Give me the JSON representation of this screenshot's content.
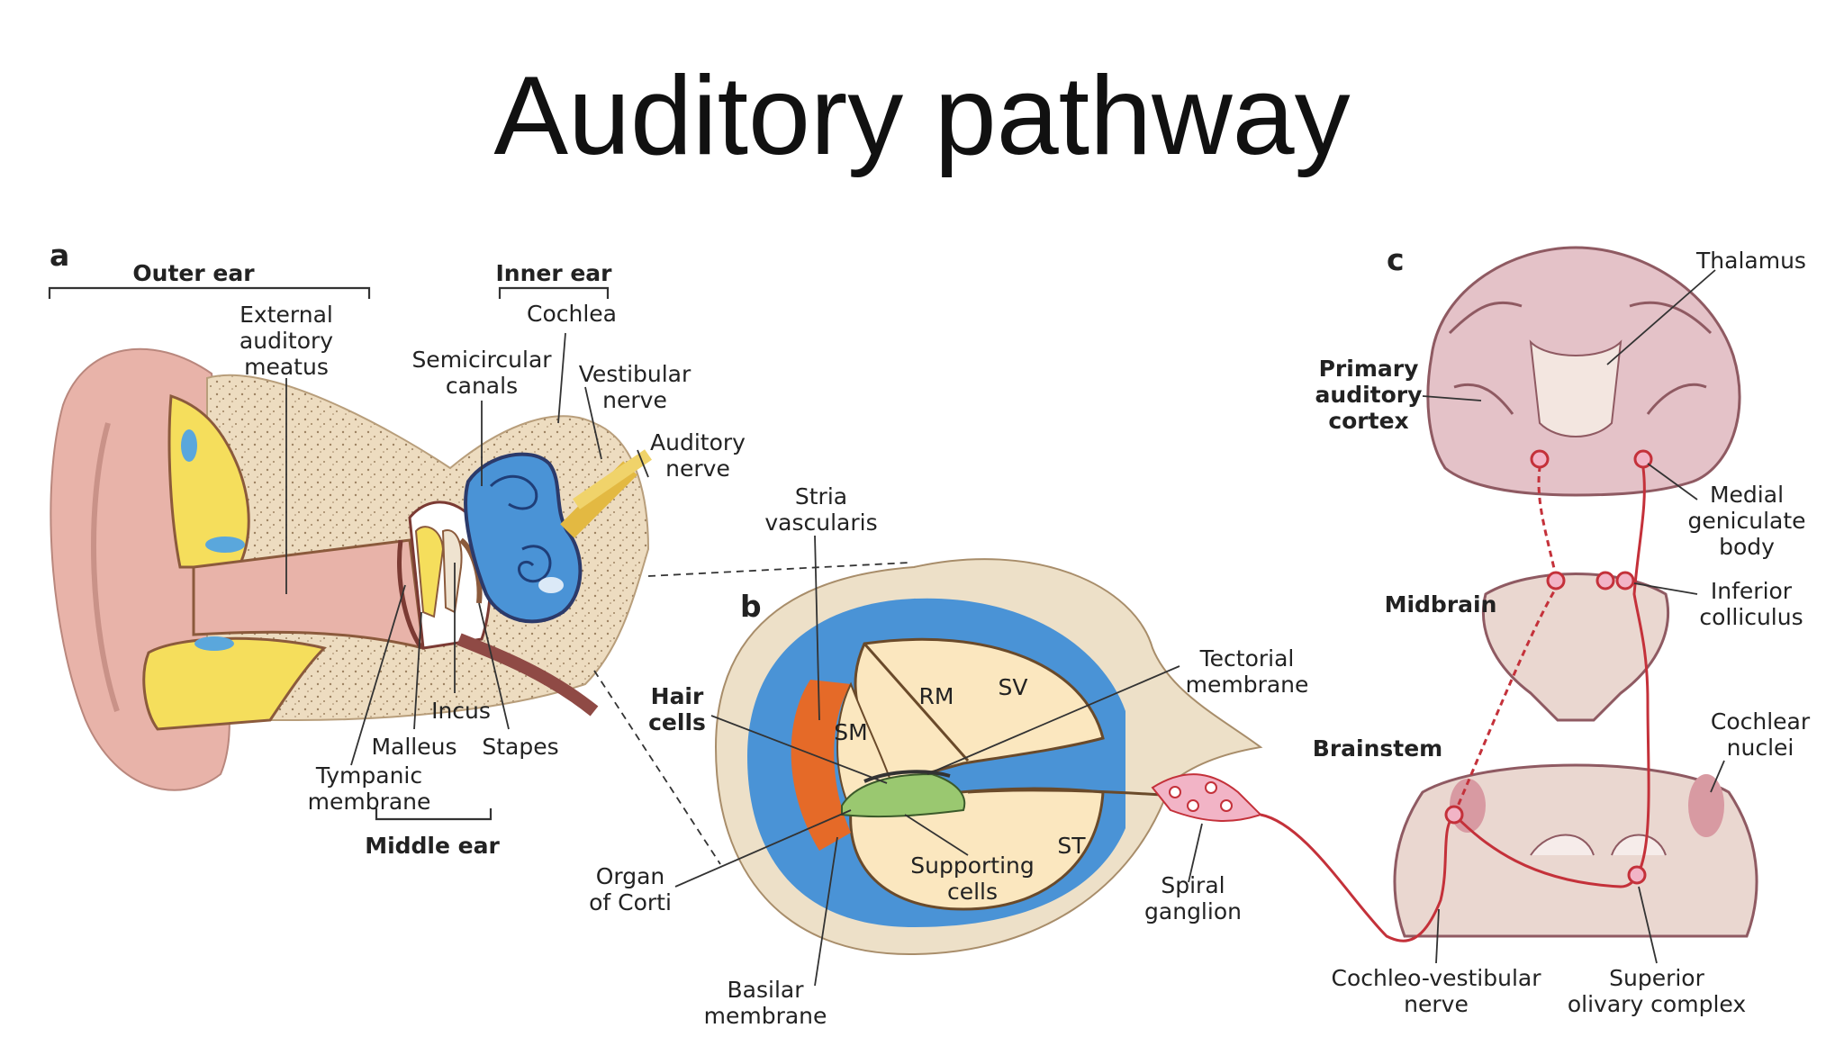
{
  "title": "Auditory pathway",
  "colors": {
    "skin": "#e8b3a9",
    "bone": "#ede0c8",
    "fat_yellow": "#f5de5c",
    "fluid_blue": "#5aa7dc",
    "cochlea_blue": "#3d87cf",
    "duct_orange": "#e56a28",
    "scala_cream": "#fbe7bf",
    "brain_pink": "#e4c2c8",
    "tract_red": "#c4313a"
  },
  "panels": {
    "a": "a",
    "b": "b",
    "c": "c"
  },
  "headers": {
    "outer_ear": "Outer ear",
    "inner_ear": "Inner ear",
    "middle_ear": "Middle ear"
  },
  "labels": {
    "external_auditory_meatus": [
      "External",
      "auditory",
      "meatus"
    ],
    "cochlea": [
      "Cochlea"
    ],
    "semicircular_canals": [
      "Semicircular",
      "canals"
    ],
    "vestibular_nerve": [
      "Vestibular",
      "nerve"
    ],
    "auditory_nerve": [
      "Auditory",
      "nerve"
    ],
    "incus": [
      "Incus"
    ],
    "malleus": [
      "Malleus"
    ],
    "stapes": [
      "Stapes"
    ],
    "tympanic_membrane": [
      "Tympanic",
      "membrane"
    ],
    "stria_vascularis": [
      "Stria",
      "vascularis"
    ],
    "hair_cells": [
      "Hair",
      "cells"
    ],
    "rm": [
      "RM"
    ],
    "sv": [
      "SV"
    ],
    "sm": [
      "SM"
    ],
    "st": [
      "ST"
    ],
    "tectorial_membrane": [
      "Tectorial",
      "membrane"
    ],
    "supporting_cells": [
      "Supporting",
      "cells"
    ],
    "organ_of_corti": [
      "Organ",
      "of Corti"
    ],
    "spiral_ganglion": [
      "Spiral",
      "ganglion"
    ],
    "basilar_membrane": [
      "Basilar",
      "membrane"
    ],
    "thalamus": [
      "Thalamus"
    ],
    "primary_auditory_cortex": [
      "Primary",
      "auditory",
      "cortex"
    ],
    "medial_geniculate_body": [
      "Medial",
      "geniculate",
      "body"
    ],
    "midbrain": [
      "Midbrain"
    ],
    "inferior_colliculus": [
      "Inferior",
      "colliculus"
    ],
    "brainstem": [
      "Brainstem"
    ],
    "cochlear_nuclei": [
      "Cochlear",
      "nuclei"
    ],
    "cochleo_vestibular_nerve": [
      "Cochleo-vestibular",
      "nerve"
    ],
    "superior_olivary_complex": [
      "Superior",
      "olivary complex"
    ]
  }
}
